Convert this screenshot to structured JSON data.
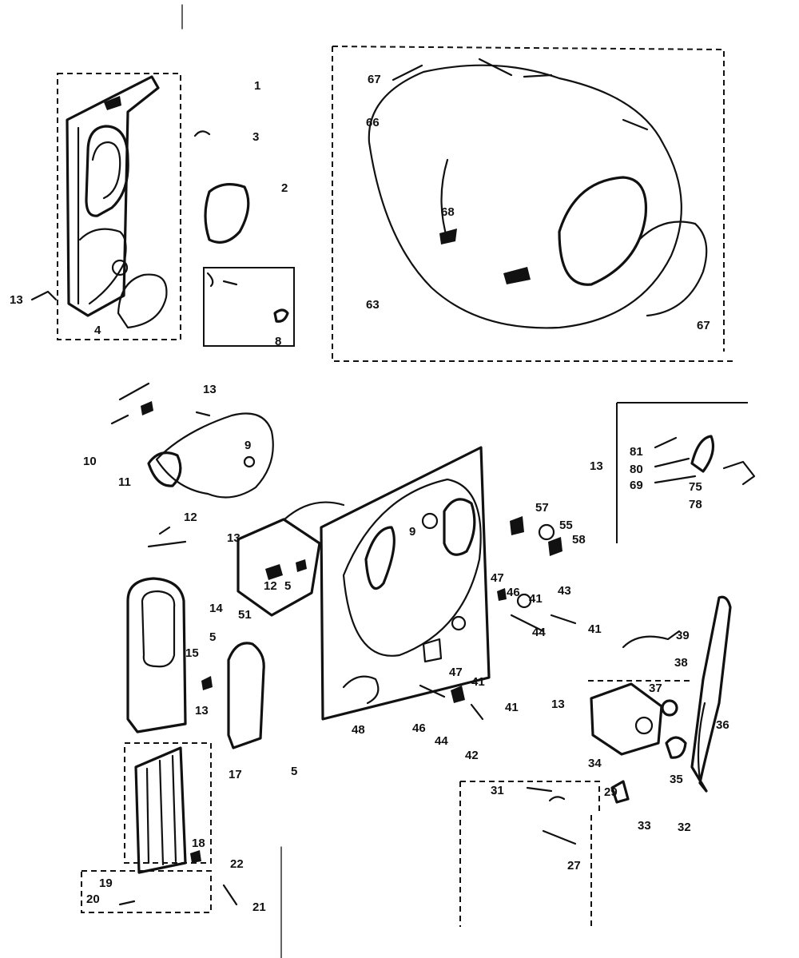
{
  "labels": {
    "l1": "1",
    "l3": "3",
    "l2": "2",
    "l13a": "13",
    "l4": "4",
    "l8": "8",
    "l67a": "67",
    "l66": "66",
    "l68": "68",
    "l63": "63",
    "l67b": "67",
    "l13b": "13",
    "l10": "10",
    "l11": "11",
    "l9": "9",
    "l12": "12",
    "l13c": "13",
    "l12b": "12",
    "l5a": "5",
    "l14": "14",
    "l51": "51",
    "l5b": "5",
    "l15": "15",
    "l13d": "13",
    "l5c": "5",
    "l17": "17",
    "l18": "18",
    "l19": "19",
    "l20": "20",
    "l22": "22",
    "l21": "21",
    "l48": "48",
    "l9b": "9",
    "l57": "57",
    "l55": "55",
    "l58": "58",
    "l13e": "13",
    "l47a": "47",
    "l46a": "46",
    "l41a": "41",
    "l43": "43",
    "l44a": "44",
    "l41b": "41",
    "l47b": "47",
    "l41c": "41",
    "l46b": "46",
    "l44b": "44",
    "l41d": "41",
    "l42": "42",
    "l13f": "13",
    "l81": "81",
    "l80": "80",
    "l69": "69",
    "l75": "75",
    "l78": "78",
    "l39": "39",
    "l38": "38",
    "l37": "37",
    "l36": "36",
    "l34": "34",
    "l35": "35",
    "l32": "32",
    "l33": "33",
    "l31": "31",
    "l29": "29",
    "l27": "27"
  }
}
